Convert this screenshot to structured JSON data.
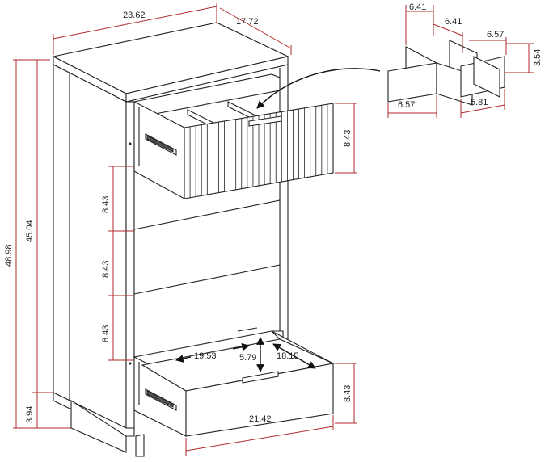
{
  "dimensions": {
    "cabinet_width": "23.62",
    "cabinet_depth": "17.72",
    "total_height": "48.98",
    "body_height": "45.04",
    "leg_height": "3.94",
    "drawer_face_height": "8.43",
    "drawer_spacing": "8.43",
    "inner_width": "19.53",
    "inner_height": "5.79",
    "inner_depth": "18.15",
    "drawer_front_width": "21.42"
  },
  "divider": {
    "top_left": "6.41",
    "top_right": "6.41",
    "right_length": "6.57",
    "height": "3.54",
    "bottom_left": "6.57",
    "bottom_right": "5.81"
  },
  "colors": {
    "outline": "#222222",
    "dimension_line": "#b02a2a",
    "panel_fill": "#555555"
  }
}
